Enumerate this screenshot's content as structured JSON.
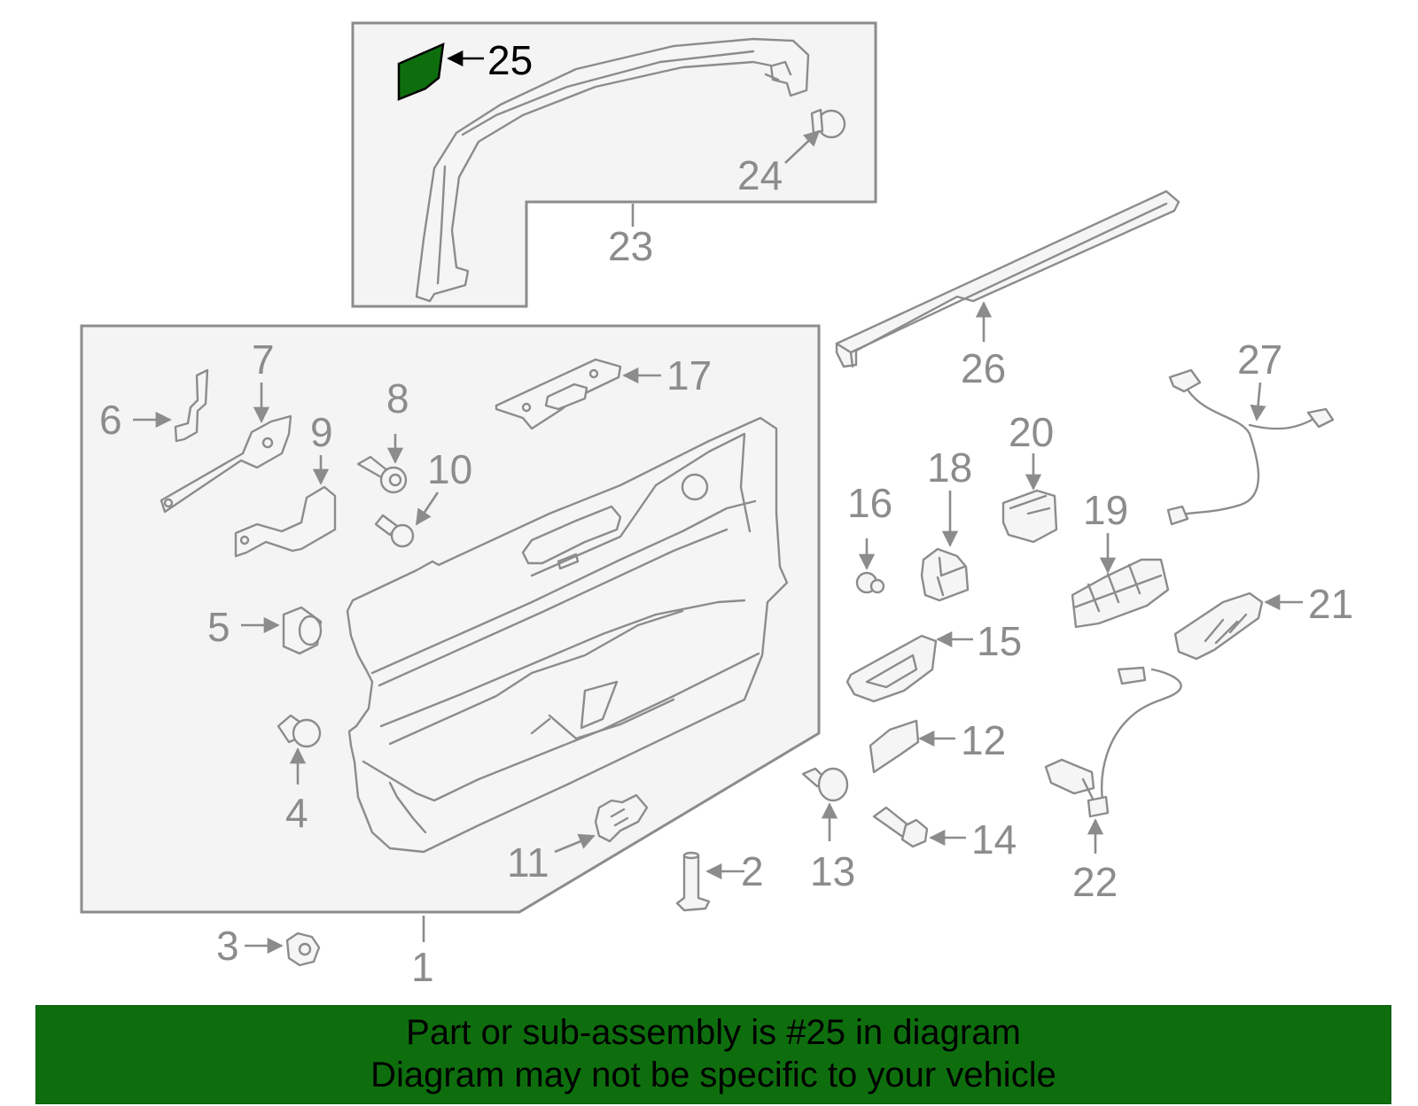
{
  "diagram": {
    "highlight_color": "#0e6e0e",
    "line_color": "#8c8c8c",
    "callouts": [
      "1",
      "2",
      "3",
      "4",
      "5",
      "6",
      "7",
      "8",
      "9",
      "10",
      "11",
      "12",
      "13",
      "14",
      "15",
      "16",
      "17",
      "18",
      "19",
      "20",
      "21",
      "22",
      "23",
      "24",
      "25",
      "26",
      "27"
    ],
    "highlighted_callout": "25"
  },
  "banner": {
    "line1": "Part or sub-assembly is #25 in diagram",
    "line2": "Diagram may not be specific to your vehicle",
    "color": "#0e6e0e"
  }
}
